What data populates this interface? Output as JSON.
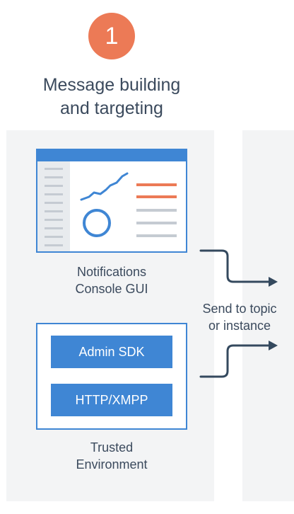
{
  "step": {
    "number": "1",
    "title": "Message building\nand targeting",
    "badge_color": "#ec7a56"
  },
  "console": {
    "caption": "Notifications\nConsole GUI",
    "icon": "console-window-icon"
  },
  "send": {
    "label": "Send to topic\nor instance"
  },
  "trusted_environment": {
    "caption": "Trusted\nEnvironment",
    "items": [
      {
        "label": "Admin SDK"
      },
      {
        "label": "HTTP/XMPP"
      }
    ]
  },
  "colors": {
    "accent": "#3f86d4",
    "arrow": "#34495e",
    "text": "#3b4a5d",
    "panel": "#f3f4f5",
    "highlight": "#ec7a56"
  }
}
